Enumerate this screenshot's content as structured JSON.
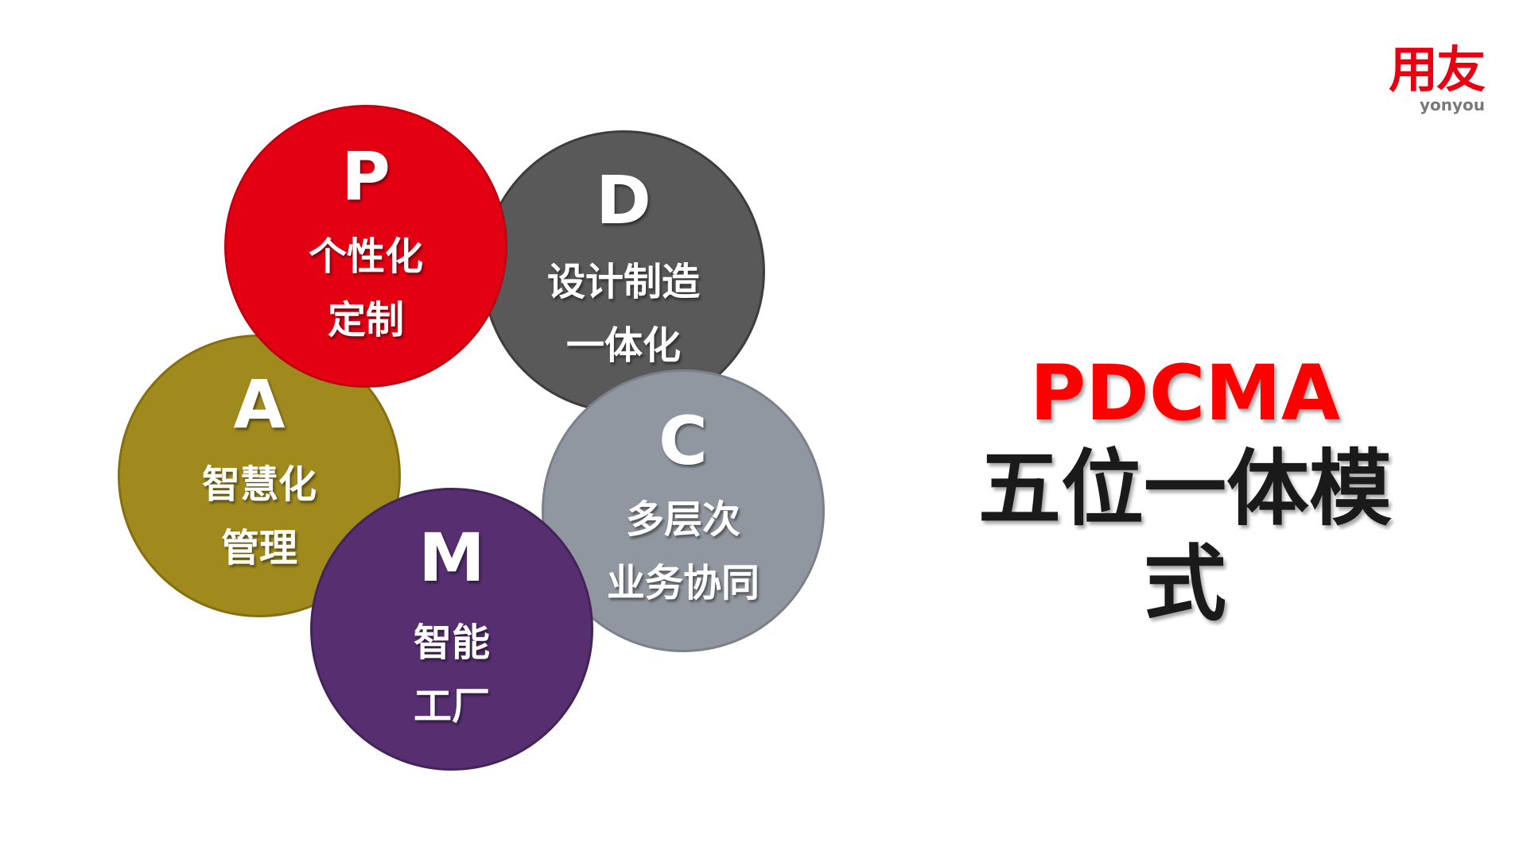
{
  "logo": {
    "cn": "用友",
    "en": "yonyou"
  },
  "circles": {
    "p": {
      "letter": "P",
      "line1": "个性化",
      "line2": "定制",
      "color": "#e30012"
    },
    "d": {
      "letter": "D",
      "line1": "设计制造",
      "line2": "一体化",
      "color": "#595959"
    },
    "c": {
      "letter": "C",
      "line1": "多层次",
      "line2": "业务协同",
      "color": "#9197a0"
    },
    "m": {
      "letter": "M",
      "line1": "智能",
      "line2": "工厂",
      "color": "#572f70"
    },
    "a": {
      "letter": "A",
      "line1": "智慧化",
      "line2": "管理",
      "color": "#a08a1e"
    }
  },
  "title": {
    "main": "PDCMA",
    "sub": "五位一体模式",
    "main_color": "#ff0000"
  }
}
